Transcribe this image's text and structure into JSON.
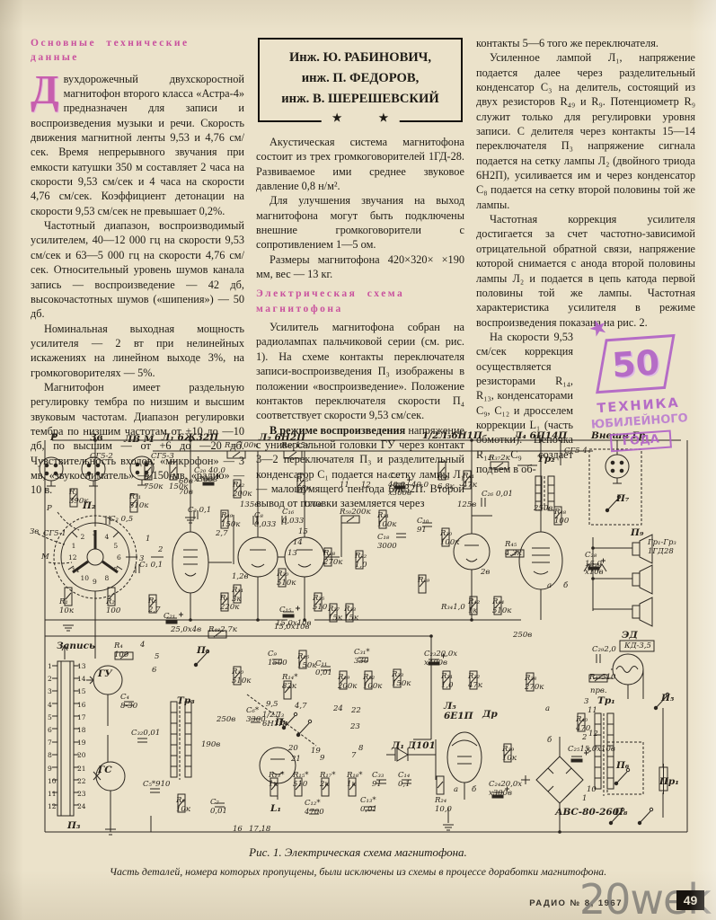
{
  "article": {
    "col1": {
      "heading": "Основные технические данные",
      "dropcap": "Д",
      "p1": "вухдорожечный двухскоростной магнитофон второго класса «Астра-4» предназначен для записи и воспроизведения музыки и речи. Скорость движения магнитной ленты 9,53 и 4,76 см/сек. Время непрерывного звучания при емкости катушки 350 м составляет 2 часа на скорости 9,53 см/сек и 4 часа на скорости 4,76 см/сек. Коэффициент детонации на скорости 9,53 см/сек не превышает 0,2%.",
      "p2": "Частотный диапазон, воспроизводимый усилителем, 40—12 000 гц на скорости 9,53 см/сек и 63—5 000 гц на скорости 4,76 см/сек. Относительный уровень шумов канала запись — воспроизведение — 42 дб, высокочастотных шумов («шипения») — 50 дб.",
      "p3": "Номинальная выходная мощность усилителя — 2 вт при нелинейных искажениях на линейном выходе 3%, на громкоговорителях — 5%.",
      "p4": "Магнитофон имеет раздельную регулировку тембра по низшим и высшим звуковым частотам. Диапазон регулировки тембра по низшим частотам от +10 до —10 дб, по высшим — от +6 до —20 дб. Чувствительность входов: «микрофон» — 3 мв, «звукосниматель» — 150 мв, «радио» —10 в."
    },
    "col2": {
      "authors": [
        "Инж. Ю. РАБИНОВИЧ,",
        "инж. П. ФЕДОРОВ,",
        "инж. В. ШЕРЕШЕВСКИЙ"
      ],
      "stars": "★ ★",
      "p1": "Акустическая система магнитофона состоит из трех громкоговорителей 1ГД-28. Развиваемое ими среднее звуковое давление 0,8 н/м².",
      "p2": "Для улучшения звучания на выход магнитофона могут быть подключены внешние громкоговорители с сопротивлением 1—5 ом.",
      "p3": "Размеры магнитофона 420×320× ×190 мм, вес — 13 кг.",
      "heading2": "Электрическая схема магнитофона",
      "p4": "Усилитель магнитофона собран на радиолампах пальчиковой серии (см. рис. 1). На схеме контакты переключателя записи-воспроизведения П₃ изображены в положении «воспроизведение». Положение контактов переключателя скорости П₄ соответствует скорости 9,53 см/сек.",
      "p5_bold": "В режиме воспроизведения",
      "p5_rest": " напряжение с универсальной головки ГУ через контакт 3—2 переключателя П₃ и разделительный конденсатор С₁ подается на сетку лампы Л₁ — малошумящего пентода 6Ж32П. Второй вывод от головки заземляется через"
    },
    "col3": {
      "p1": "контакты 5—6 того же переключателя.",
      "p2": "Усиленное лампой Л₁, напряжение подается далее через разделительный конденсатор С₃ на делитель, состоящий из двух резисторов R₄₉ и R₉. Потенциометр R₉ служит только для регулировки уровня записи. С делителя через контакты 15—14 переключателя П₃ напряжение сигнала подается на сетку лампы Л₂ (двойного триода 6Н2П), усиливается им и через конденсатор С₈ подается на сетку второй половины той же лампы.",
      "p3": "Частотная коррекция усилителя достигается за счет частотно-зависимой отрицательной обратной связи, напряжение которой снимается с анода второй половины лампы Л₂ и подается в цепь катода первой половины той же лампы. Частотная характеристика усилителя в режиме воспроизведения показана на рис. 2.",
      "p4": "На скорости 9,53 см/сек коррекция осуществляется резисторами R₁₄, R₁₃, конденсаторами С₉, С₁₂ и дросселем коррекции L₁ (часть обмотки). Цепочка R₁₄, С₉ создает подъем в об-",
      "stamp": {
        "star": "★",
        "number": "50",
        "line1": "ТЕХНИКА",
        "line2": "ЮБИЛЕЙНОГО",
        "line3": "ГОДА"
      }
    }
  },
  "schematic": {
    "caption": "Рис. 1. Электрическая схема магнитофона.",
    "note": "Часть деталей, номера которых пропущены, были исключены из схемы в процессе доработки магнитофона.",
    "p2_contacts": [
      "1",
      "2",
      "3",
      "4",
      "5",
      "6",
      "7",
      "8",
      "9",
      "10",
      "11",
      "12"
    ],
    "p3_pins_left": [
      "1",
      "2",
      "3",
      "4",
      "5",
      "6",
      "7",
      "8",
      "9",
      "10",
      "11",
      "12"
    ],
    "p3_pins_right": [
      "13",
      "14",
      "15",
      "16",
      "17",
      "18",
      "19",
      "20",
      "21",
      "22",
      "23",
      "24"
    ],
    "labels": [
      [
        36,
        4,
        "Р",
        "b"
      ],
      [
        80,
        4,
        "Зв",
        "b"
      ],
      [
        118,
        6,
        "ЛВ М",
        "b"
      ],
      [
        160,
        4,
        "Л₁ 6Ж32П",
        "b"
      ],
      [
        268,
        4,
        "Л₂ 6Н2П",
        "b"
      ],
      [
        450,
        2,
        "1/2Л₃6Н1П",
        "b"
      ],
      [
        552,
        2,
        "Л₄ 6П14П",
        "b"
      ],
      [
        638,
        2,
        "Внешн Гр",
        "b"
      ],
      [
        28,
        112,
        "СГ5-1"
      ],
      [
        80,
        26,
        "СГ5-2"
      ],
      [
        148,
        26,
        "СГ5-3"
      ],
      [
        608,
        20,
        "СГ5-4"
      ],
      [
        72,
        80,
        "П₂",
        "b"
      ],
      [
        32,
        84,
        "Р"
      ],
      [
        13,
        110,
        "Зв"
      ],
      [
        26,
        138,
        "М"
      ],
      [
        46,
        188,
        "R₁\n10к"
      ],
      [
        98,
        188,
        "R₂\n100"
      ],
      [
        57,
        66,
        "R₃\n390к"
      ],
      [
        124,
        71,
        "R₅₁\n510к"
      ],
      [
        102,
        96,
        "С₂ 0,5"
      ],
      [
        140,
        50,
        "R₆\n750к"
      ],
      [
        168,
        50,
        "R₇\n150к"
      ],
      [
        196,
        42,
        "С₂₀ 40,0\nх300в"
      ],
      [
        189,
        86,
        "С₃ 0,1"
      ],
      [
        230,
        14,
        "R₃₅ 100к"
      ],
      [
        293,
        14,
        "R₃₆ 15к"
      ],
      [
        239,
        58,
        "R₁₂\n200к"
      ],
      [
        247,
        80,
        "135в"
      ],
      [
        263,
        92,
        "С₈\n0,033"
      ],
      [
        310,
        52,
        "R₂₅\n68к"
      ],
      [
        317,
        80,
        "170в"
      ],
      [
        294,
        88,
        "С₁₆\n0,033"
      ],
      [
        412,
        48,
        "С₂₂\n40,0+40,0\nх300в"
      ],
      [
        358,
        88,
        "R₅₀200к"
      ],
      [
        358,
        58,
        "11"
      ],
      [
        382,
        58,
        "12"
      ],
      [
        400,
        92,
        "R₃₁\n100к"
      ],
      [
        400,
        116,
        "С₁₈\n3000"
      ],
      [
        444,
        98,
        "С₁₀\n91"
      ],
      [
        470,
        112,
        "R₃₀\n100к"
      ],
      [
        340,
        134,
        "R₂₈\n270к"
      ],
      [
        375,
        137,
        "R₃₂\n1,0"
      ],
      [
        445,
        164,
        "R₂₉"
      ],
      [
        467,
        50,
        "R₄₃\n6,8к"
      ],
      [
        495,
        48,
        "R₄₁\n47к"
      ],
      [
        516,
        68,
        "С₂₆ 0,01"
      ],
      [
        489,
        80,
        "125в"
      ],
      [
        524,
        28,
        "R₃₇2к"
      ],
      [
        578,
        28,
        "Тр₂",
        "b"
      ],
      [
        574,
        84,
        "250в"
      ],
      [
        597,
        88,
        "R₄₈\n100"
      ],
      [
        666,
        72,
        "П₇",
        "b"
      ],
      [
        682,
        110,
        "П₉",
        "b"
      ],
      [
        701,
        122,
        "Гр₁-Гр₃\n1ГД28"
      ],
      [
        631,
        136,
        "С₂₈\n15,0\nх10в"
      ],
      [
        542,
        124,
        "R₄₅\n4,3к"
      ],
      [
        515,
        155,
        "2в"
      ],
      [
        501,
        188,
        "R₄₂\n1к"
      ],
      [
        528,
        188,
        "R₄₄\n510к"
      ],
      [
        471,
        194,
        "R₃₄1,0"
      ],
      [
        589,
        170,
        "а"
      ],
      [
        607,
        170,
        "б"
      ],
      [
        551,
        225,
        "250в"
      ],
      [
        288,
        157,
        "R₂₀\n510к"
      ],
      [
        238,
        160,
        "1,2в"
      ],
      [
        238,
        175,
        "R₁₁\n3к"
      ],
      [
        291,
        197,
        "С₁₅"
      ],
      [
        287,
        212,
        "15,0х10в"
      ],
      [
        328,
        184,
        "R₂₆\n510"
      ],
      [
        345,
        196,
        "R₂₇\n15к"
      ],
      [
        363,
        196,
        "R₃₃\n15к"
      ],
      [
        312,
        110,
        "15"
      ],
      [
        306,
        122,
        "14"
      ],
      [
        300,
        134,
        "13"
      ],
      [
        135,
        147,
        "С₁ 0,1"
      ],
      [
        142,
        118,
        "1"
      ],
      [
        156,
        130,
        "2"
      ],
      [
        135,
        140,
        "3"
      ],
      [
        145,
        187,
        "R₅\n2,7"
      ],
      [
        162,
        204,
        "С₂₁"
      ],
      [
        170,
        219,
        "25,0х4в"
      ],
      [
        212,
        219,
        "R₄₈2,7к"
      ],
      [
        225,
        184,
        "R₉\n220к"
      ],
      [
        226,
        92,
        "R₄₉\n150к"
      ],
      [
        220,
        112,
        "2,7"
      ],
      [
        179,
        54,
        "60в"
      ],
      [
        179,
        66,
        "70в"
      ],
      [
        43,
        236,
        "Запись",
        "b"
      ],
      [
        55,
        436,
        "П₃",
        "b"
      ],
      [
        89,
        267,
        "ГУ",
        "b"
      ],
      [
        107,
        237,
        "R₄\n100"
      ],
      [
        199,
        241,
        "П₁",
        "b"
      ],
      [
        136,
        236,
        "4"
      ],
      [
        152,
        249,
        "5"
      ],
      [
        149,
        264,
        "6"
      ],
      [
        114,
        294,
        "С₄\n8-30"
      ],
      [
        177,
        297,
        "Тр₃",
        "b"
      ],
      [
        126,
        334,
        "С₃₂0,01"
      ],
      [
        89,
        374,
        "ГС",
        "b"
      ],
      [
        139,
        391,
        "С₅*910"
      ],
      [
        176,
        409,
        "R₈\n10к"
      ],
      [
        214,
        411,
        "С₇\n0,01"
      ],
      [
        238,
        266,
        "R₁₀\n510к"
      ],
      [
        254,
        309,
        "С₆*\n3300"
      ],
      [
        272,
        314,
        "1/2Л₃\n6Н1П"
      ],
      [
        221,
        319,
        "250в"
      ],
      [
        204,
        347,
        "190в"
      ],
      [
        286,
        321,
        "П₄",
        "b"
      ],
      [
        276,
        302,
        "9,5"
      ],
      [
        308,
        304,
        "4,7"
      ],
      [
        351,
        307,
        "24"
      ],
      [
        371,
        309,
        "22"
      ],
      [
        370,
        327,
        "23"
      ],
      [
        301,
        351,
        "20"
      ],
      [
        304,
        363,
        "21"
      ],
      [
        326,
        354,
        "19"
      ],
      [
        336,
        362,
        "9"
      ],
      [
        371,
        359,
        "7"
      ],
      [
        379,
        351,
        "8"
      ],
      [
        279,
        381,
        "R₁₃*\n1к"
      ],
      [
        306,
        381,
        "R₁₅*\n510"
      ],
      [
        336,
        381,
        "R₁₇*\n2к"
      ],
      [
        366,
        381,
        "R₁₈*\n1к"
      ],
      [
        281,
        417,
        "L₁",
        "b"
      ],
      [
        319,
        412,
        "С₁₂*\n4700"
      ],
      [
        381,
        409,
        "С₁₃*\n0,01"
      ],
      [
        416,
        347,
        "Д₁ Д101",
        "b"
      ],
      [
        394,
        381,
        "С₃₃\n91"
      ],
      [
        423,
        381,
        "С₁₄\n0,1"
      ],
      [
        464,
        409,
        "R₂₄\n10,0"
      ],
      [
        474,
        303,
        "Л₅\n6Е1П",
        "b"
      ],
      [
        517,
        312,
        "Др",
        "b"
      ],
      [
        485,
        397,
        "а"
      ],
      [
        505,
        397,
        "б"
      ],
      [
        239,
        441,
        "16"
      ],
      [
        257,
        441,
        "17,18"
      ],
      [
        285,
        216,
        "15,0х10в"
      ],
      [
        278,
        246,
        "С₉\n1500"
      ],
      [
        311,
        249,
        "R₁₆\n150к"
      ],
      [
        294,
        272,
        "R₁₄*\n82к"
      ],
      [
        331,
        257,
        "С₁₁\n0,01"
      ],
      [
        374,
        244,
        "С₃₁*\n330"
      ],
      [
        356,
        272,
        "R₁₉\n200к"
      ],
      [
        384,
        272,
        "R₅₂\n100к"
      ],
      [
        416,
        269,
        "R₂₃\n150к"
      ],
      [
        452,
        246,
        "С₂₃20,0х\nх400в"
      ],
      [
        471,
        271,
        "R₂₁\n1,0"
      ],
      [
        501,
        271,
        "R₂₂\n47к"
      ],
      [
        672,
        224,
        "ЭД",
        "b"
      ],
      [
        675,
        237,
        "КД-3,5"
      ],
      [
        639,
        241,
        "С₂₉2,0"
      ],
      [
        636,
        272,
        "R₄₇510"
      ],
      [
        637,
        287,
        "прв."
      ],
      [
        716,
        294,
        "П₅",
        "b"
      ],
      [
        645,
        297,
        "Тр₁",
        "b"
      ],
      [
        621,
        319,
        "R₄₀\n470"
      ],
      [
        587,
        307,
        "а"
      ],
      [
        589,
        342,
        "б"
      ],
      [
        612,
        352,
        "С₂₅15,0х10в"
      ],
      [
        564,
        273,
        "R₃₈\n270к"
      ],
      [
        539,
        352,
        "R₃₉\n10к"
      ],
      [
        524,
        391,
        "С₂₄20,0х\nх300в"
      ],
      [
        598,
        421,
        "АВС-80-260",
        "b"
      ],
      [
        666,
        369,
        "П₆",
        "b"
      ],
      [
        714,
        387,
        "Пр₁",
        "b"
      ],
      [
        664,
        421,
        "П₈",
        "b"
      ],
      [
        634,
        309,
        "11"
      ],
      [
        635,
        335,
        "12"
      ],
      [
        632,
        354,
        "5"
      ],
      [
        633,
        397,
        "10"
      ],
      [
        630,
        299,
        "3"
      ],
      [
        628,
        339,
        "2"
      ],
      [
        628,
        407,
        "1"
      ]
    ]
  },
  "footer": {
    "journal": "РАДИО № 8, 1967",
    "page_number": "49",
    "watermark": "20wek"
  }
}
